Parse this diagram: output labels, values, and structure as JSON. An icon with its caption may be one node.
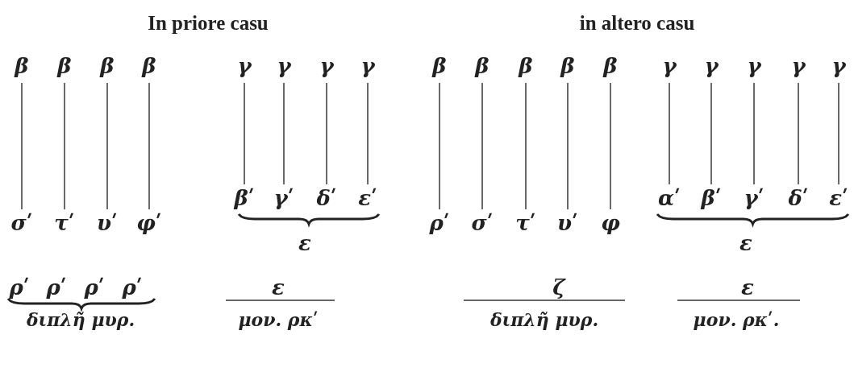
{
  "diagram": {
    "nodes": [
      {
        "text": [
          "β"
        ]
      },
      {
        "text": [
          "β"
        ]
      },
      {
        "text": [
          "β"
        ]
      },
      {
        "text": [
          "β"
        ]
      },
      {
        "text": [
          "γ"
        ]
      },
      {
        "text": [
          "γ"
        ]
      },
      {
        "text": [
          "γ"
        ]
      },
      {
        "text": [
          "γ"
        ]
      },
      {
        "text": [
          "σʹ"
        ]
      },
      {
        "text": [
          "τʹ"
        ]
      },
      {
        "text": [
          "υʹ"
        ]
      },
      {
        "text": [
          "φʹ"
        ]
      },
      {
        "text": [
          "βʹ"
        ]
      },
      {
        "text": [
          "γʹ"
        ]
      },
      {
        "text": [
          "δʹ"
        ]
      },
      {
        "text": [
          "εʹ"
        ]
      },
      {
        "text": [
          "β"
        ]
      },
      {
        "text": [
          "β"
        ]
      },
      {
        "text": [
          "β"
        ]
      },
      {
        "text": [
          "β"
        ]
      },
      {
        "text": [
          "β"
        ]
      },
      {
        "text": [
          "γ"
        ]
      },
      {
        "text": [
          "γ"
        ]
      },
      {
        "text": [
          "γ"
        ]
      },
      {
        "text": [
          "γ"
        ]
      },
      {
        "text": [
          "γ"
        ]
      },
      {
        "text": [
          "ρʹ"
        ]
      },
      {
        "text": [
          "σʹ"
        ]
      },
      {
        "text": [
          "τʹ"
        ]
      },
      {
        "text": [
          "υʹ"
        ]
      },
      {
        "text": [
          "φ"
        ]
      },
      {
        "text": [
          "αʹ"
        ]
      },
      {
        "text": [
          "βʹ"
        ]
      },
      {
        "text": [
          "γʹ"
        ]
      },
      {
        "text": [
          "δʹ"
        ]
      },
      {
        "text": [
          "εʹ"
        ]
      }
    ],
    "edges": [
      {
        "from": 0,
        "to": 8,
        "arrow": "none"
      },
      {
        "from": 1,
        "to": 9,
        "arrow": "none"
      },
      {
        "from": 2,
        "to": 10,
        "arrow": "none"
      },
      {
        "from": 3,
        "to": 11,
        "arrow": "none"
      },
      {
        "from": 4,
        "to": 12,
        "arrow": "none"
      },
      {
        "from": 5,
        "to": 13,
        "arrow": "none"
      },
      {
        "from": 6,
        "to": 14,
        "arrow": "none"
      },
      {
        "from": 7,
        "to": 15,
        "arrow": "none"
      },
      {
        "from": 16,
        "to": 26,
        "arrow": "none"
      },
      {
        "from": 17,
        "to": 27,
        "arrow": "none"
      },
      {
        "from": 18,
        "to": 28,
        "arrow": "none"
      },
      {
        "from": 19,
        "to": 29,
        "arrow": "none"
      },
      {
        "from": 20,
        "to": 30,
        "arrow": "none"
      },
      {
        "from": 21,
        "to": 31,
        "arrow": "none"
      },
      {
        "from": 22,
        "to": 32,
        "arrow": "none"
      },
      {
        "from": 23,
        "to": 33,
        "arrow": "none"
      },
      {
        "from": 24,
        "to": 34,
        "arrow": "none"
      },
      {
        "from": 25,
        "to": 35,
        "arrow": "none"
      }
    ],
    "labels": [
      "In priore casu",
      "in altero casu",
      "ε",
      "ε",
      "ρʹ",
      "ρʹ",
      "ρʹ",
      "ρʹ",
      "ε",
      "ζ",
      "ε",
      "διπλῆ μυρ.",
      "μον. ρκʹ",
      "διπλῆ μυρ.",
      "μον. ρκʹ."
    ]
  }
}
